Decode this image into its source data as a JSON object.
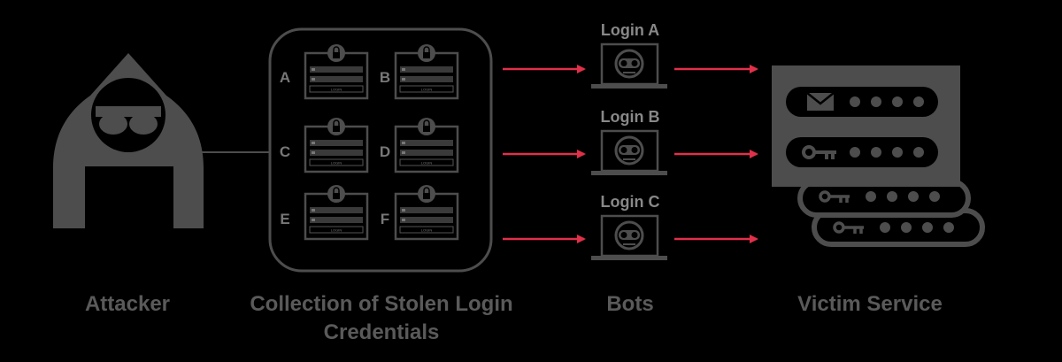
{
  "captions": {
    "attacker": "Attacker",
    "collection_line1": "Collection of Stolen Login",
    "collection_line2": "Credentials",
    "bots": "Bots",
    "victim": "Victim Service"
  },
  "credentials": [
    {
      "letter": "A",
      "button": "LOGIN"
    },
    {
      "letter": "B",
      "button": "LOGIN"
    },
    {
      "letter": "C",
      "button": "LOGIN"
    },
    {
      "letter": "D",
      "button": "LOGIN"
    },
    {
      "letter": "E",
      "button": "LOGIN"
    },
    {
      "letter": "F",
      "button": "LOGIN"
    }
  ],
  "bots": [
    {
      "label": "Login A"
    },
    {
      "label": "Login B"
    },
    {
      "label": "Login C"
    }
  ],
  "colors": {
    "background": "#000000",
    "icon_gray": "#4d4d4d",
    "text_gray": "#5a5a5a",
    "arrow_red": "#e0304a"
  },
  "icons": {
    "attacker": "hooded-hacker-icon",
    "lock": "padlock-icon",
    "bot": "robot-face-icon",
    "email": "envelope-icon",
    "key": "key-icon"
  }
}
